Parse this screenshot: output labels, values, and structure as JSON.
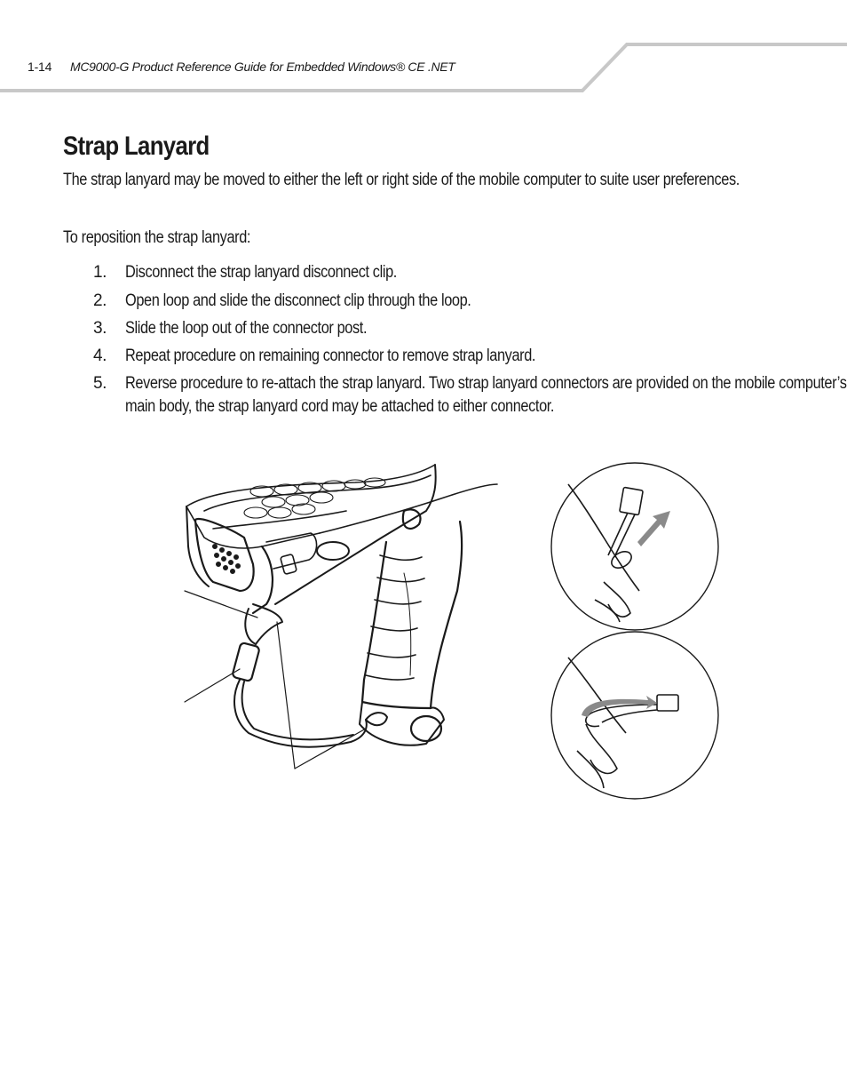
{
  "header": {
    "page_number": "1-14",
    "running_title": "MC9000-G Product Reference Guide for Embedded Windows® CE .NET"
  },
  "section": {
    "title": "Strap Lanyard",
    "intro": "The strap lanyard may be moved to either the left or right side of the mobile computer to suite user preferences.",
    "lead": "To reposition the strap lanyard:"
  },
  "steps": [
    {
      "num": "1.",
      "text": "Disconnect the strap lanyard disconnect clip."
    },
    {
      "num": "2.",
      "text": "Open loop and slide the disconnect clip through the loop."
    },
    {
      "num": "3.",
      "text": "Slide the loop out of the connector post."
    },
    {
      "num": "4.",
      "text": "Repeat procedure on remaining connector to remove strap lanyard."
    },
    {
      "num": "5.",
      "text": "Reverse procedure to re-attach the strap lanyard. Two strap lanyard connectors are provided on the mobile computer’s main body, the strap lanyard cord may be attached to either connector."
    }
  ],
  "figure": {
    "arrow_color": "#8a8a8a"
  }
}
